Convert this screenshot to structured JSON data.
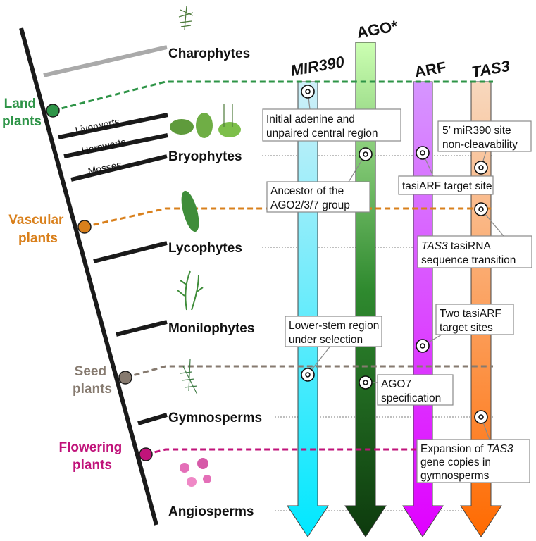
{
  "clades": {
    "charophytes": "Charophytes",
    "bryophytes": "Bryophytes",
    "lycophytes": "Lycophytes",
    "monilophytes": "Monilophytes",
    "gymnosperms": "Gymnosperms",
    "angiosperms": "Angiosperms"
  },
  "bryophyte_lineages": {
    "liverworts": "Liverworts",
    "hornworts": "Hornworts",
    "mosses": "Mosses"
  },
  "groups": {
    "land": {
      "line1": "Land",
      "line2": "plants",
      "color": "#2e9447"
    },
    "vascular": {
      "line1": "Vascular",
      "line2": "plants",
      "color": "#d9801c"
    },
    "seed": {
      "line1": "Seed",
      "line2": "plants",
      "color": "#867a6f"
    },
    "flowering": {
      "line1": "Flowering",
      "line2": "plants",
      "color": "#c0137a"
    }
  },
  "columns": {
    "mir390": {
      "label": "MIR390",
      "top_color": "#cfeff8",
      "bottom_color": "#00e8ff"
    },
    "ago": {
      "label": "AGO*",
      "top_color": "#ccffb2",
      "bottom_color": "#0d3a0d"
    },
    "arf": {
      "label": "ARF",
      "top_color": "#d696ff",
      "bottom_color": "#e000ff"
    },
    "tas3": {
      "label": "TAS3",
      "top_color": "#f8d8be",
      "bottom_color": "#ff6a00"
    }
  },
  "annotations": {
    "initial_adenine": [
      "Initial adenine and",
      "unpaired central region"
    ],
    "ancestor_ago": [
      "Ancestor of the",
      "AGO2/3/7 group"
    ],
    "lower_stem": [
      "Lower-stem region",
      "under selection"
    ],
    "ago7": [
      "AGO7",
      "specification"
    ],
    "tasiarf_site": "tasiARF target site",
    "two_sites": [
      "Two tasiARF",
      "target sites"
    ],
    "noncleavability": [
      "5’ miR390 site",
      "non-cleavability"
    ],
    "tas3_transition": {
      "italic": "TAS3",
      "rest": " tasiRNA",
      "line2": "sequence transition"
    },
    "expansion": {
      "prefix": "Expansion of ",
      "italic": "TAS3",
      "line2": "gene copies in",
      "line3": "gymnosperms"
    }
  }
}
